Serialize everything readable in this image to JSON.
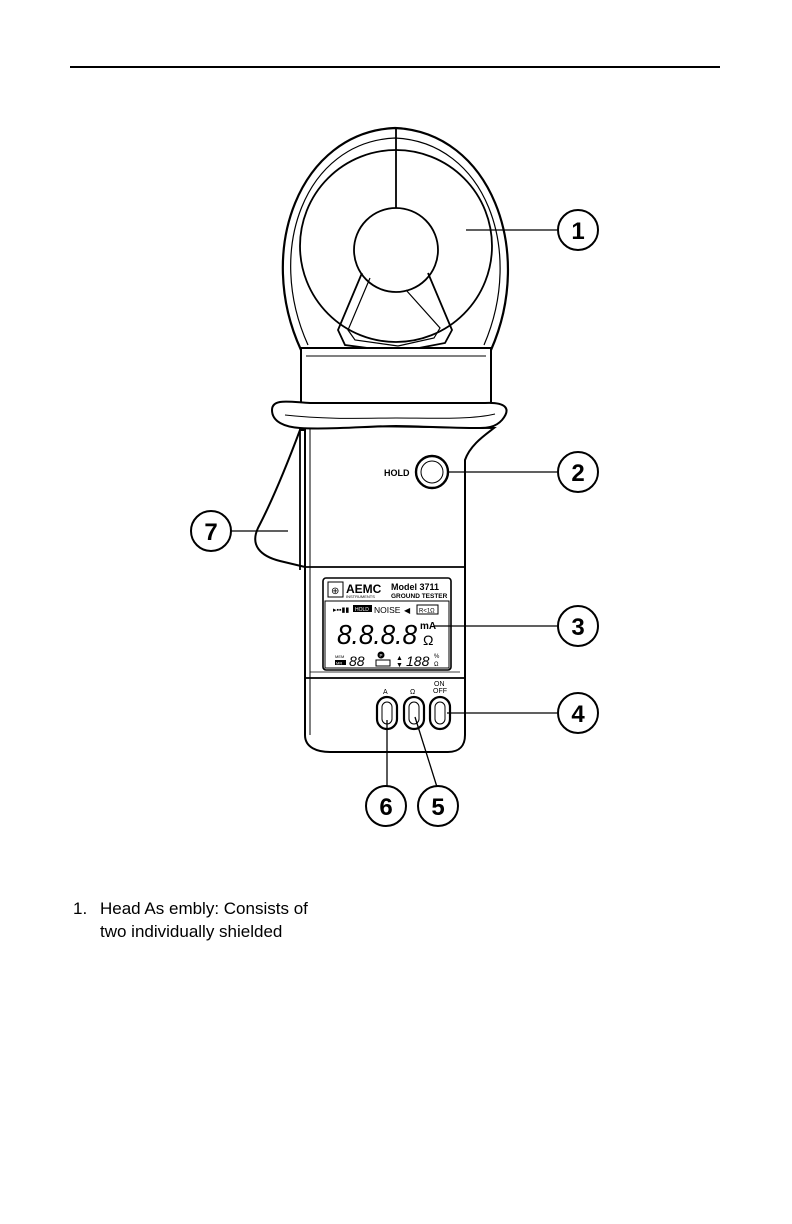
{
  "figure": {
    "hold_label": "HOLD",
    "brand": "AEMC",
    "brand_sub": "INSTRUMENTS",
    "model": "Model 3711",
    "model_sub": "GROUND TESTER",
    "lcd_hold": "HOLD",
    "lcd_noise": "NOISE",
    "lcd_range": "R<1Ω",
    "lcd_digits": "8.8.8.8",
    "lcd_unit_ma": "mA",
    "lcd_unit_ohm": "Ω",
    "lcd_mem": "MEM",
    "lcd_mr": "MR",
    "lcd_small_digits": "88",
    "lcd_pct_digits": "188",
    "lcd_pct": "%",
    "lcd_p": "P",
    "button_a_label": "A",
    "button_ohm_label": "Ω",
    "button_on": "ON",
    "button_off": "OFF",
    "callouts": [
      "1",
      "2",
      "3",
      "4",
      "5",
      "6",
      "7"
    ]
  },
  "caption": {
    "number": "1.",
    "line1": "Head As  embly: Consists of",
    "line2": "two individually shielded"
  }
}
